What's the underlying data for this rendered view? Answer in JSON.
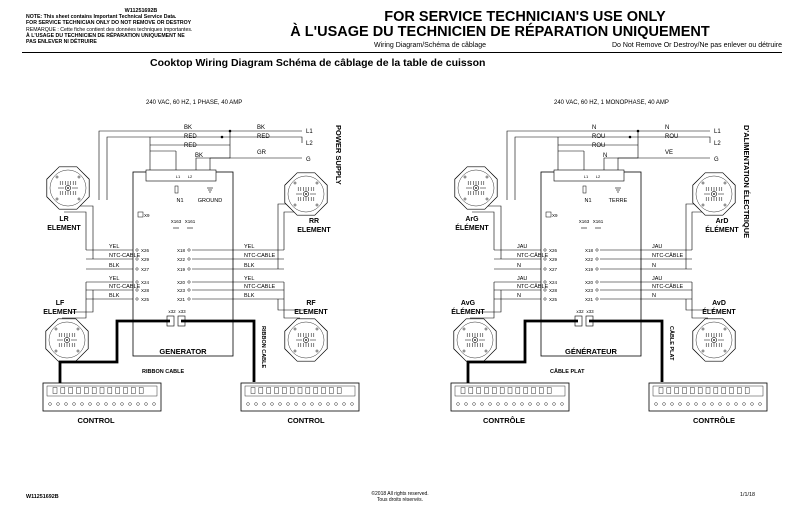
{
  "header": {
    "part_number": "W11251692B",
    "note_lines": [
      "NOTE: This sheet contains Important Technical Service Data.",
      "FOR SERVICE TECHNICIAN ONLY DO NOT REMOVE OR DESTROY",
      "REMARQUE : Cette fiche contient des données techniques importantes.",
      "À L'USAGE DU TECHNICIEN DE RÉPARATION UNIQUEMENT NE",
      "PAS ENLEVER NI DÉTRUIRE"
    ],
    "title_en": "FOR SERVICE TECHNICIAN'S USE ONLY",
    "title_fr": "À L'USAGE DU TECHNICIEN DE RÉPARATION UNIQUEMENT",
    "subtitle": "Wiring Diagram/Schéma de câblage",
    "do_not_remove": "Do Not Remove Or Destroy/Ne pas enlever ou détruire"
  },
  "diagram_title": "Cooktop Wiring Diagram Schéma de câblage de la table de cuisson",
  "diagrams": [
    {
      "voltage": "240 VAC, 60 HZ, 1 PHASE, 40 AMP",
      "supply_label": "POWER SUPPLY",
      "wire_colors": [
        "BK",
        "RED",
        "RED",
        "BK",
        "BK",
        "RED",
        "GR"
      ],
      "lines": [
        "L1",
        "L2",
        "G"
      ],
      "block": {
        "pins": [
          "L1",
          "L2"
        ],
        "n1": "N1",
        "ground": "GROUND",
        "x9": "X9",
        "x163": "X163",
        "x161": "X161"
      },
      "elements": {
        "left_rear": "LR ELEMENT",
        "right_rear": "RR ELEMENT",
        "left_front": "LF ELEMENT",
        "right_front": "RF ELEMENT"
      },
      "left_wires": [
        "YEL",
        "NTC-CABLE",
        "BLK",
        "YEL",
        "NTC-CABLE",
        "BLK"
      ],
      "right_wires": [
        "YEL",
        "NTC-CABLE",
        "BLK",
        "YEL",
        "NTC-CABLE",
        "BLK"
      ],
      "left_terms": [
        "X26",
        "X29",
        "X27",
        "X24",
        "X28",
        "X25"
      ],
      "right_terms": [
        "X18",
        "X22",
        "X19",
        "X20",
        "X23",
        "X21"
      ],
      "bottom_terms": [
        "x32",
        "x33"
      ],
      "generator": "GENERATOR",
      "ribbon_h": "RIBBON CABLE",
      "ribbon_v": "RIBBON CABLE",
      "control_left": "CONTROL",
      "control_right": "CONTROL"
    },
    {
      "voltage": "240 VAC, 60 HZ, 1 MONOPHASE, 40 AMP",
      "supply_label": "D'ALIMENTATION ÉLECTRIQUE",
      "wire_colors": [
        "N",
        "ROU",
        "ROU",
        "N",
        "N",
        "ROU",
        "VE"
      ],
      "lines": [
        "L1",
        "L2",
        "G"
      ],
      "block": {
        "pins": [
          "L1",
          "L2"
        ],
        "n1": "N1",
        "ground": "TERRE",
        "x9": "X9",
        "x163": "X163",
        "x161": "X161"
      },
      "elements": {
        "left_rear": "ArG ÉLÉMENT",
        "right_rear": "ArD ÉLÉMENT",
        "left_front": "AvG ÉLÉMENT",
        "right_front": "AvD ÉLÉMENT"
      },
      "left_wires": [
        "JAU",
        "NTC-CÂBLE",
        "N",
        "JAU",
        "NTC-CÂBLE",
        "N"
      ],
      "right_wires": [
        "JAU",
        "NTC-CÂBLE",
        "N",
        "JAU",
        "NTC-CÂBLE",
        "N"
      ],
      "left_terms": [
        "X26",
        "X29",
        "X27",
        "X24",
        "X28",
        "X25"
      ],
      "right_terms": [
        "X18",
        "X22",
        "X19",
        "X20",
        "X23",
        "X21"
      ],
      "bottom_terms": [
        "x32",
        "x33"
      ],
      "generator": "GÉNÉRATEUR",
      "ribbon_h": "CÂBLE PLAT",
      "ribbon_v": "CÂBLE PLAT",
      "control_left": "CONTRÔLE",
      "control_right": "CONTRÔLE"
    }
  ],
  "footer": {
    "part_number": "W11251692B",
    "copyright": "©2018 All rights reserved.",
    "copyright_fr": "Tous droits réservés.",
    "page": "1/1/18"
  }
}
